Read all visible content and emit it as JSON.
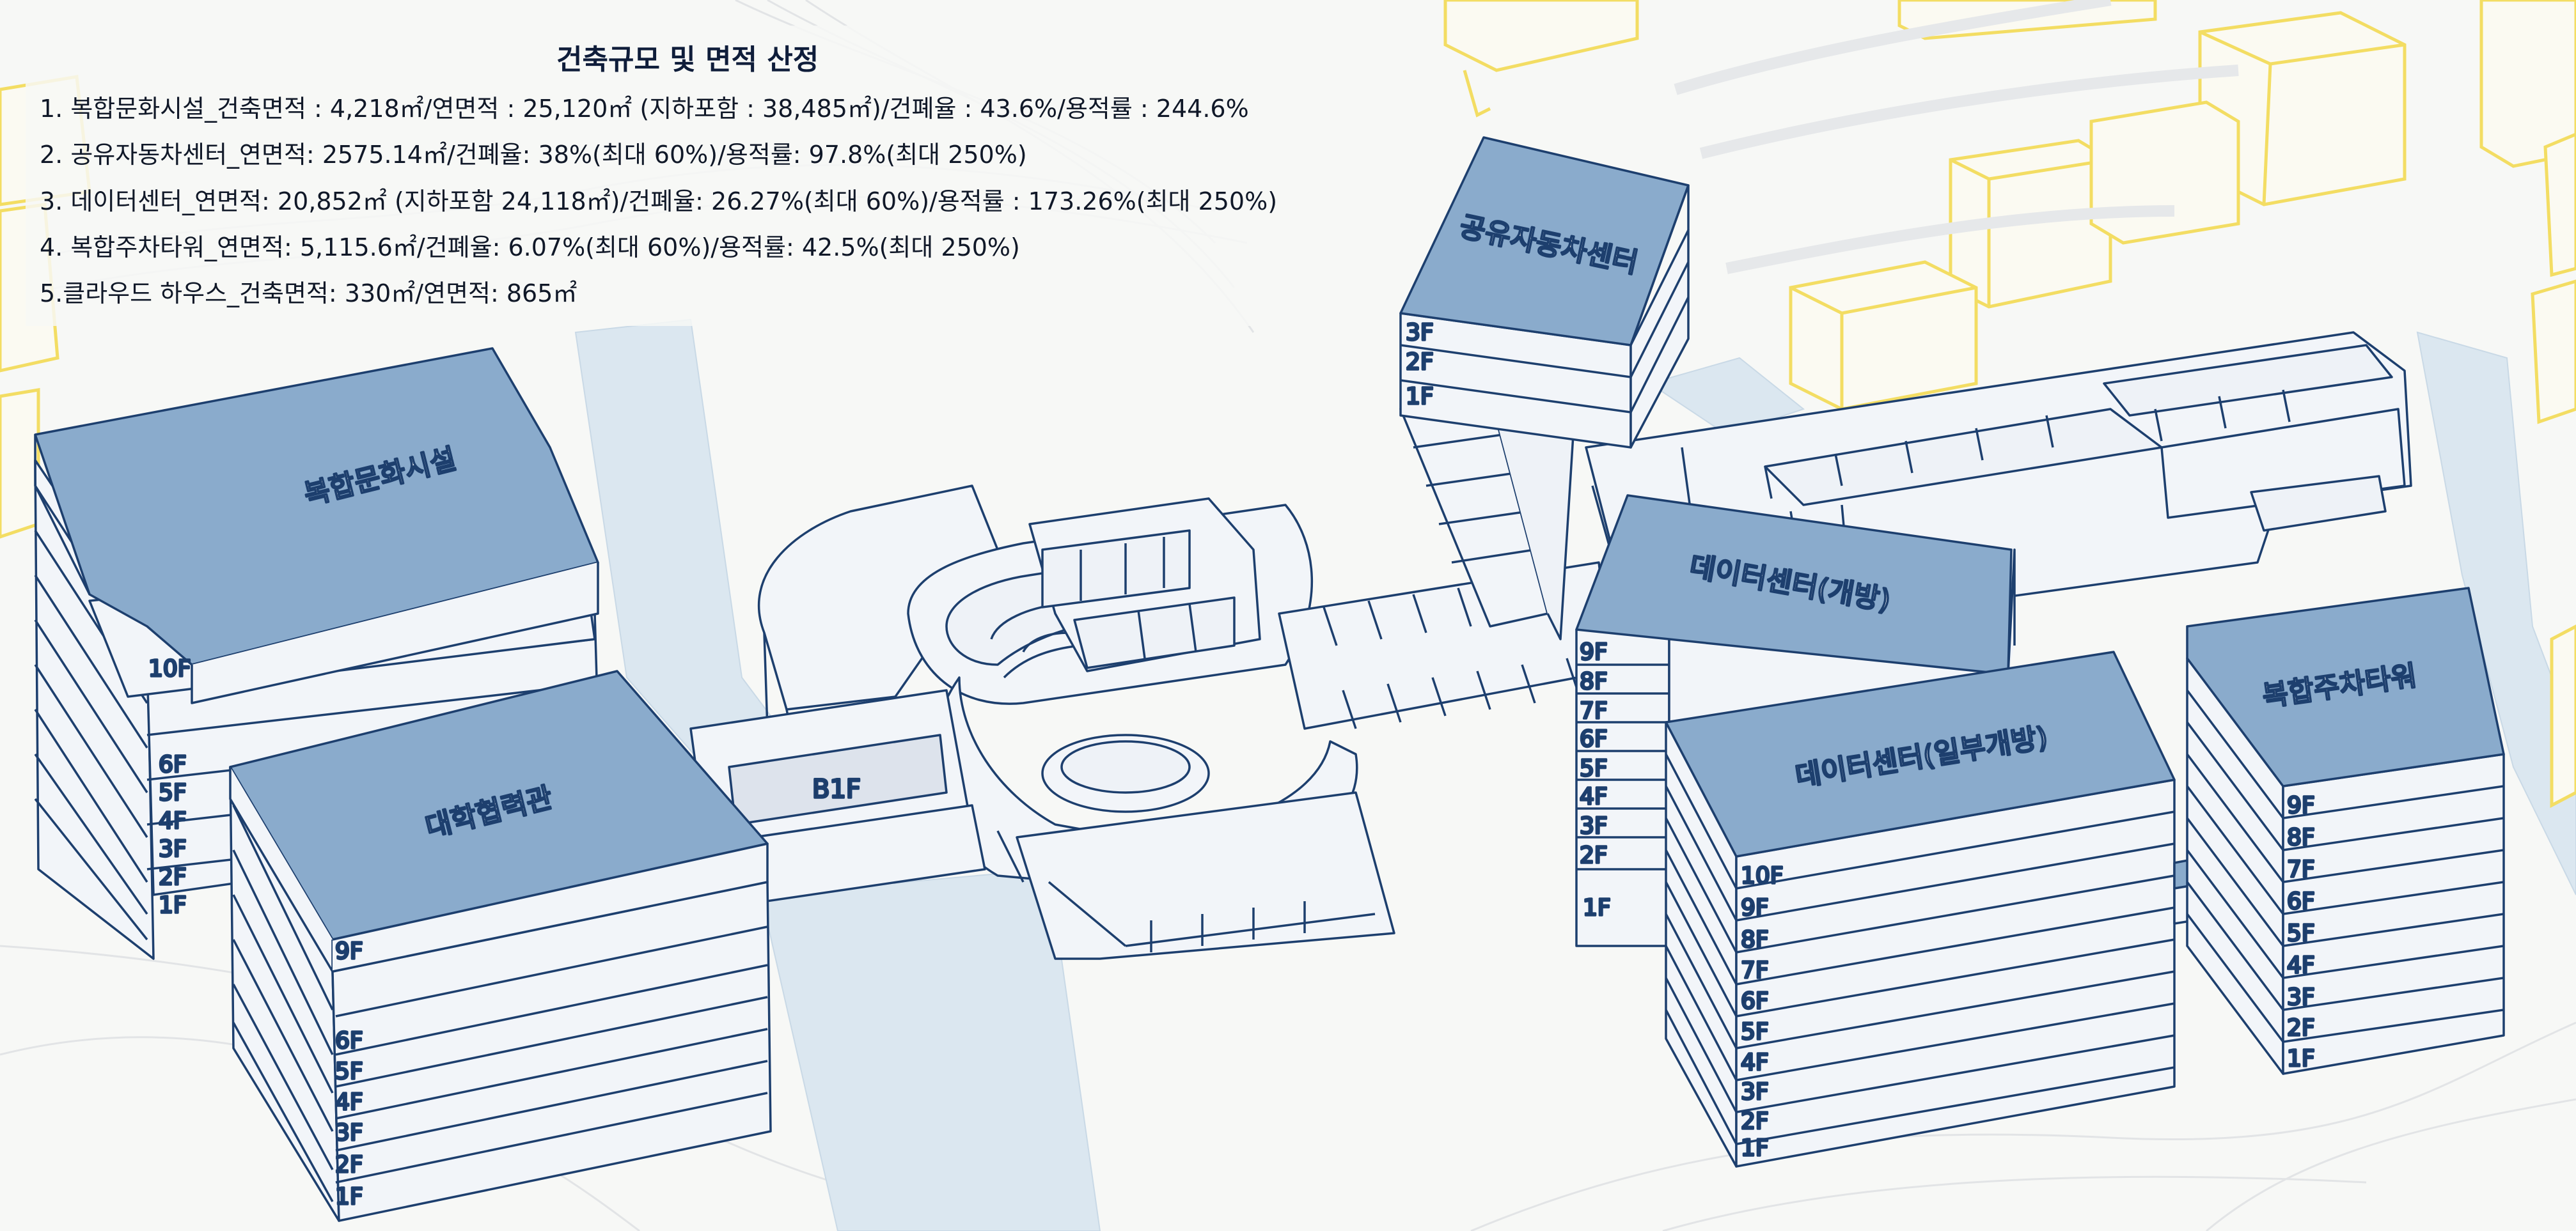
{
  "summary": {
    "title": "건축규모 및 면적 산정",
    "lines": [
      "1. 복합문화시설_건축면적 : 4,218㎡/연면적 : 25,120㎡ (지하포함 : 38,485㎡)/건폐율 : 43.6%/용적률 : 244.6%",
      "2. 공유자동차센터_연면적: 2575.14㎡/건폐율: 38%(최대 60%)/용적률: 97.8%(최대 250%)",
      "3. 데이터센터_연면적: 20,852㎡ (지하포함 24,118㎡)/건폐율: 26.27%(최대 60%)/용적률 : 173.26%(최대 250%)",
      "4. 복합주차타워_연면적: 5,115.6㎡/건폐율: 6.07%(최대 60%)/용적률: 42.5%(최대 250%)",
      "5.클라우드 하우스_건축면적: 330㎡/연면적: 865㎡"
    ]
  },
  "buildings": {
    "cultural": {
      "name": "복합문화시설",
      "floors": [
        "10F",
        "6F",
        "5F",
        "4F",
        "3F",
        "2F",
        "1F"
      ]
    },
    "univ": {
      "name": "대학협력관",
      "floors": [
        "9F",
        "6F",
        "5F",
        "4F",
        "3F",
        "2F",
        "1F"
      ]
    },
    "car": {
      "name": "공유자동차센터",
      "floors": [
        "3F",
        "2F",
        "1F"
      ]
    },
    "dc_open": {
      "name": "데이터센터(개방)",
      "floors": [
        "9F",
        "8F",
        "7F",
        "6F",
        "5F",
        "4F",
        "3F",
        "2F",
        "1F"
      ]
    },
    "dc_partial": {
      "name": "데이터센터(일부개방)",
      "floors": [
        "10F",
        "9F",
        "8F",
        "7F",
        "6F",
        "5F",
        "4F",
        "3F",
        "2F",
        "1F"
      ]
    },
    "parking": {
      "name": "복합주차타워",
      "floors": [
        "9F",
        "8F",
        "7F",
        "6F",
        "5F",
        "4F",
        "3F",
        "2F",
        "1F"
      ]
    }
  },
  "basement": {
    "label": "B1F"
  },
  "colors": {
    "roof": "#8aabcc",
    "outline": "#1d3f6e",
    "wall": "#f2f5f9",
    "context_yellow": "#f3dd63",
    "water": "#dbe7f0",
    "background": "#f7f8f6"
  }
}
